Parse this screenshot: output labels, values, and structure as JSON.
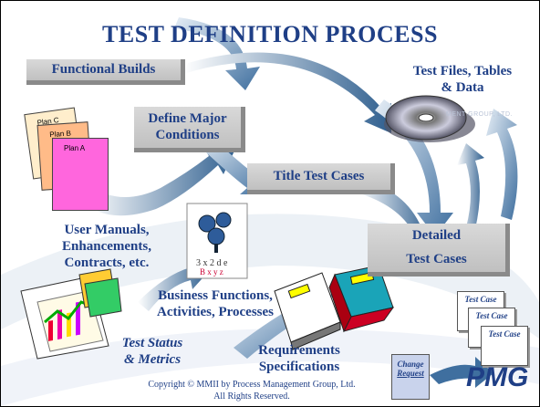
{
  "title": "TEST DEFINITION PROCESS",
  "steps": {
    "functional_builds": "Functional Builds",
    "define_major_conditions_line1": "Define Major",
    "define_major_conditions_line2": "Conditions",
    "title_test_cases": "Title Test Cases",
    "detailed_line1": "Detailed",
    "detailed_line2": "Test Cases"
  },
  "labels": {
    "test_files_line1": "Test Files, Tables",
    "test_files_line2": "& Data",
    "user_manuals_line1": "User Manuals,",
    "user_manuals_line2": "Enhancements,",
    "user_manuals_line3": "Contracts, etc.",
    "business_line1": "Business Functions,",
    "business_line2": "Activities, Processes",
    "test_status_line1": "Test Status",
    "test_status_line2": "& Metrics",
    "requirements_line1": "Requirements",
    "requirements_line2": "Specifications"
  },
  "plans": [
    "Plan C",
    "Plan B",
    "Plan A"
  ],
  "test_case_docs": [
    "Test Case",
    "Test Case",
    "Test Case"
  ],
  "change_request": {
    "line1": "Change",
    "line2": "Request"
  },
  "copyright_line1": "Copyright © MMII  by Process Management Group, Ltd.",
  "copyright_line2": "All Rights Reserved.",
  "watermark": "MENT GROUP, LTD.",
  "logo": "PMG",
  "colors": {
    "primary_text": "#1f3f86",
    "arrow_blue": "#4a78a8",
    "step_box": "#c8c8c8"
  }
}
